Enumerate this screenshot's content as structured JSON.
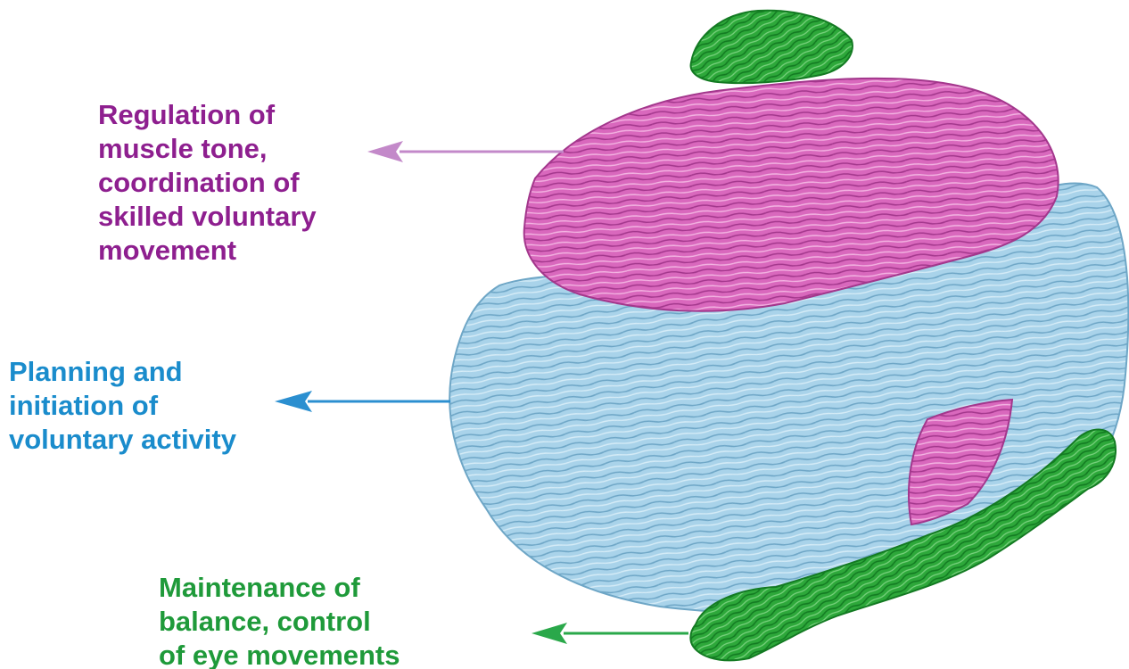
{
  "labels": {
    "purple": {
      "lines": [
        "Regulation of",
        "muscle tone,",
        "coordination of",
        "skilled voluntary",
        "movement"
      ],
      "color": "#8e1f8f"
    },
    "blue": {
      "lines": [
        "Planning and",
        "initiation of",
        "voluntary activity"
      ],
      "color": "#1a8ccc"
    },
    "green": {
      "lines": [
        "Maintenance of",
        "balance, control",
        "of eye movements"
      ],
      "color": "#1f9a3a"
    }
  },
  "colors": {
    "pink_region": "#d968bd",
    "pink_stroke": "#a3378c",
    "blue_region": "#a9d3ea",
    "blue_stroke": "#6ea6c6",
    "green_region": "#2da83a",
    "green_stroke": "#137a22",
    "arrow_purple": "#c389c9",
    "arrow_blue": "#2b8fd0",
    "arrow_green": "#2aa84a"
  }
}
